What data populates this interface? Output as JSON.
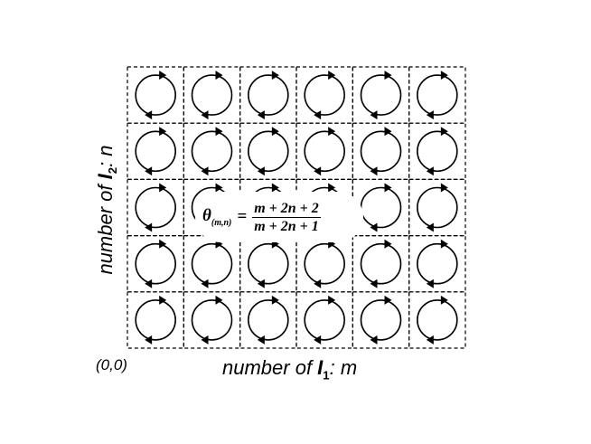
{
  "diagram": {
    "rows": 5,
    "cols": 6,
    "cell_symbol": "circular-arrow-loop-icon",
    "stroke_color": "#000000",
    "background_color": "#ffffff"
  },
  "labels": {
    "x_axis": {
      "prefix": "number of ",
      "symbol": "I",
      "subscript": "1",
      "suffix": ": m"
    },
    "y_axis": {
      "prefix": "number of ",
      "symbol": "I",
      "subscript": "2",
      "suffix": ": n"
    },
    "origin": "(0,0)"
  },
  "formula": {
    "lhs_symbol": "θ",
    "lhs_subscript": "(m,n)",
    "equals": "=",
    "numerator": "m + 2n + 2",
    "denominator": "m + 2n + 1"
  }
}
